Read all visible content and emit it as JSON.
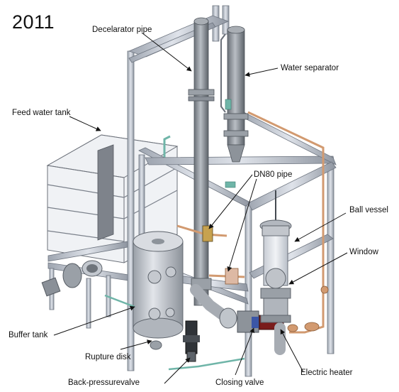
{
  "year": "2011",
  "labels": {
    "decelarator_pipe": "Decelarator pipe",
    "water_separator": "Water separator",
    "feed_water_tank": "Feed water tank",
    "dn80_pipe": "DN80 pipe",
    "ball_vessel": "Ball vessel",
    "window": "Window",
    "buffer_tank": "Buffer tank",
    "rupture_disk": "Rupture disk",
    "back_pressure_valve": "Back-pressurevalve",
    "closing_valve": "Closing valve",
    "electric_heater": "Electric heater"
  },
  "colors": {
    "steel": "#8e949b",
    "steel_dark": "#5b6168",
    "frame": "#b7bdc7",
    "copper": "#d29a70",
    "glass": "#c9ced6",
    "heater": "#7a1c1c",
    "valve_blue": "#3b56a6",
    "pipe_green": "#6fb5a8"
  }
}
